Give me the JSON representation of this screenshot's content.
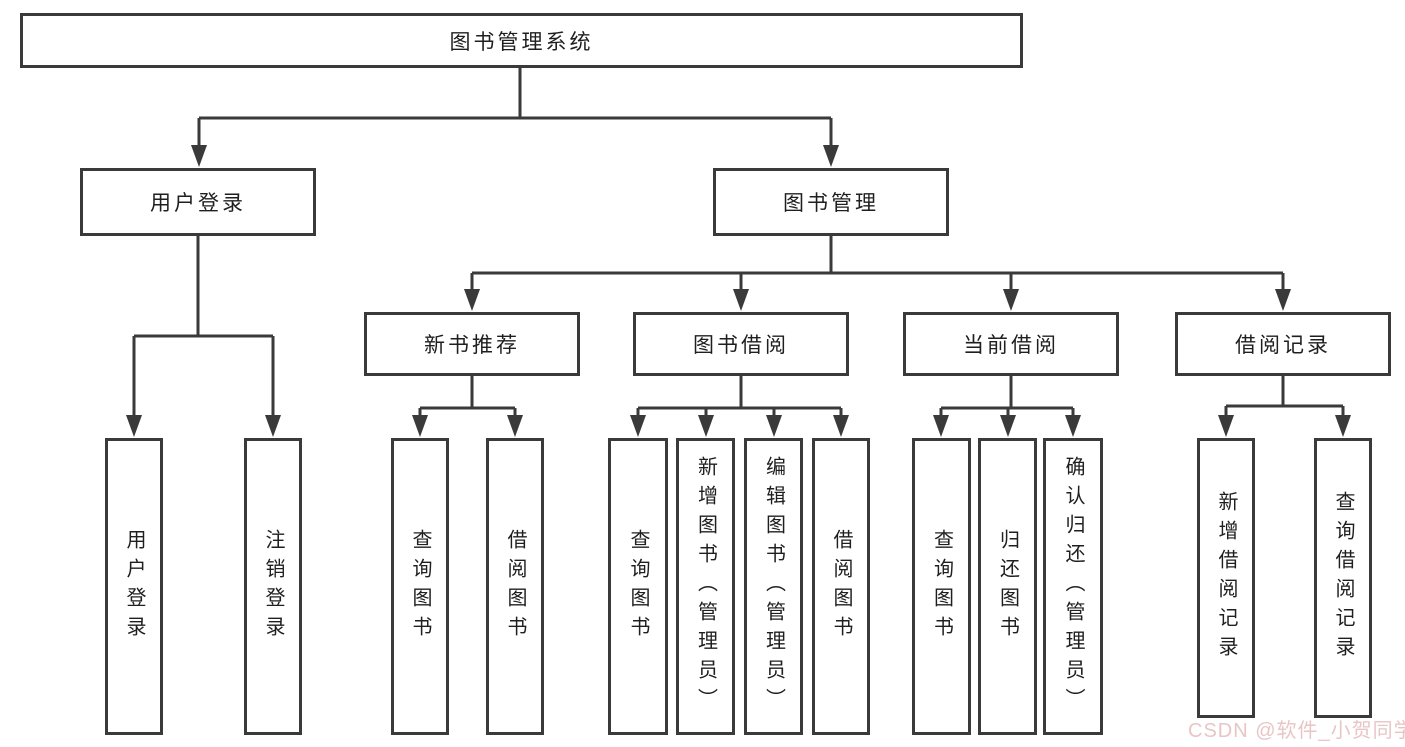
{
  "colors": {
    "line": "#3a3a3a",
    "box_background": "#ffffff",
    "text": "#1f1f1f",
    "watermark": "#e8c6c6",
    "background": "#ffffff"
  },
  "tree": {
    "label": "图书管理系统",
    "children": [
      {
        "label": "用户登录",
        "children": [
          {
            "label": "用户登录"
          },
          {
            "label": "注销登录"
          }
        ]
      },
      {
        "label": "图书管理",
        "children": [
          {
            "label": "新书推荐",
            "children": [
              {
                "label": "查询图书"
              },
              {
                "label": "借阅图书"
              }
            ]
          },
          {
            "label": "图书借阅",
            "children": [
              {
                "label": "查询图书"
              },
              {
                "label": "新增图书（管理员）"
              },
              {
                "label": "编辑图书（管理员）"
              },
              {
                "label": "借阅图书"
              }
            ]
          },
          {
            "label": "当前借阅",
            "children": [
              {
                "label": "查询图书"
              },
              {
                "label": "归还图书"
              },
              {
                "label": "确认归还（管理员）"
              }
            ]
          },
          {
            "label": "借阅记录",
            "children": [
              {
                "label": "新增借阅记录"
              },
              {
                "label": "查询借阅记录"
              }
            ]
          }
        ]
      }
    ]
  },
  "watermark": {
    "text": "CSDN @软件_小贺同学"
  }
}
